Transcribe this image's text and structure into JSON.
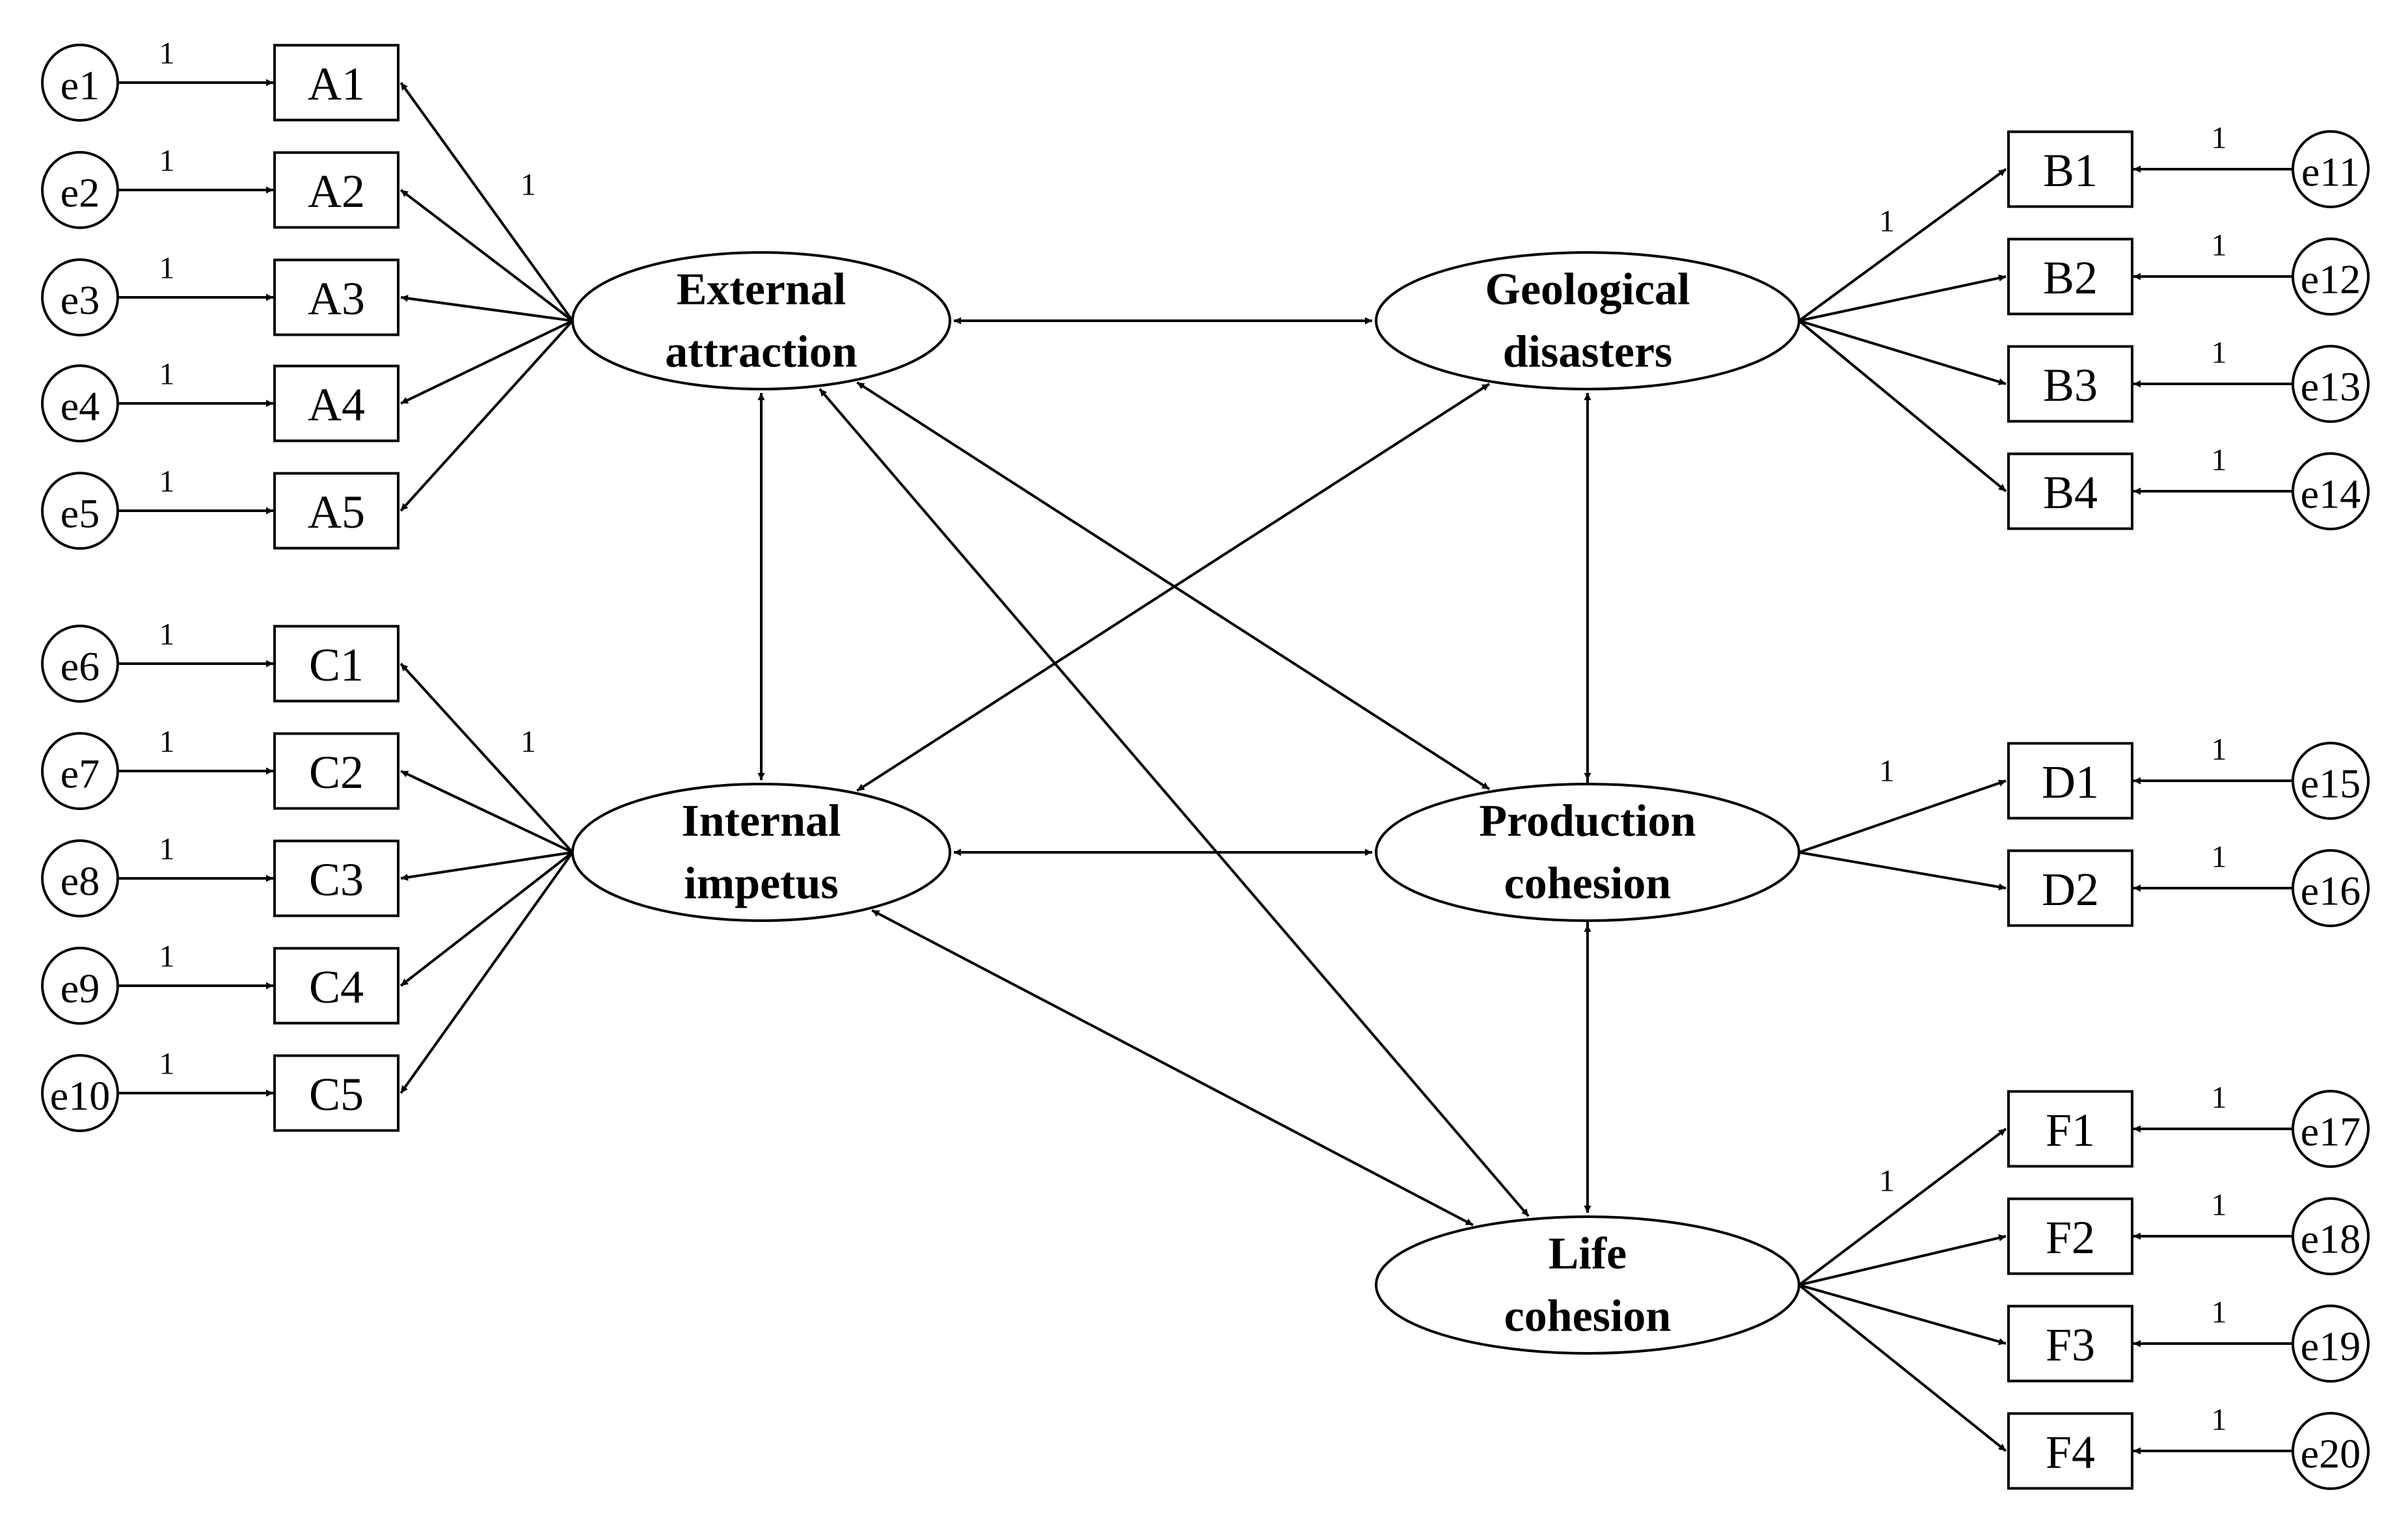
{
  "latents": {
    "ea": {
      "line1": "External",
      "line2": "attraction"
    },
    "ii": {
      "line1": "Internal",
      "line2": "impetus"
    },
    "gd": {
      "line1": "Geological",
      "line2": "disasters"
    },
    "pc": {
      "line1": "Production",
      "line2": "cohesion"
    },
    "lc": {
      "line1": "Life",
      "line2": "cohesion"
    }
  },
  "left_groups": [
    {
      "latent": "ea",
      "loading_label": "1",
      "items": [
        {
          "name": "A1",
          "error": "e1",
          "weight": "1"
        },
        {
          "name": "A2",
          "error": "e2",
          "weight": "1"
        },
        {
          "name": "A3",
          "error": "e3",
          "weight": "1"
        },
        {
          "name": "A4",
          "error": "e4",
          "weight": "1"
        },
        {
          "name": "A5",
          "error": "e5",
          "weight": "1"
        }
      ]
    },
    {
      "latent": "ii",
      "loading_label": "1",
      "items": [
        {
          "name": "C1",
          "error": "e6",
          "weight": "1"
        },
        {
          "name": "C2",
          "error": "e7",
          "weight": "1"
        },
        {
          "name": "C3",
          "error": "e8",
          "weight": "1"
        },
        {
          "name": "C4",
          "error": "e9",
          "weight": "1"
        },
        {
          "name": "C5",
          "error": "e10",
          "weight": "1"
        }
      ]
    }
  ],
  "right_groups": [
    {
      "latent": "gd",
      "loading_label": "1",
      "items": [
        {
          "name": "B1",
          "error": "e11",
          "weight": "1"
        },
        {
          "name": "B2",
          "error": "e12",
          "weight": "1"
        },
        {
          "name": "B3",
          "error": "e13",
          "weight": "1"
        },
        {
          "name": "B4",
          "error": "e14",
          "weight": "1"
        }
      ]
    },
    {
      "latent": "pc",
      "loading_label": "1",
      "items": [
        {
          "name": "D1",
          "error": "e15",
          "weight": "1"
        },
        {
          "name": "D2",
          "error": "e16",
          "weight": "1"
        }
      ]
    },
    {
      "latent": "lc",
      "loading_label": "1",
      "items": [
        {
          "name": "F1",
          "error": "e17",
          "weight": "1"
        },
        {
          "name": "F2",
          "error": "e18",
          "weight": "1"
        },
        {
          "name": "F3",
          "error": "e19",
          "weight": "1"
        },
        {
          "name": "F4",
          "error": "e20",
          "weight": "1"
        }
      ]
    }
  ],
  "covariances": [
    [
      "ea",
      "gd"
    ],
    [
      "ea",
      "ii"
    ],
    [
      "ea",
      "pc"
    ],
    [
      "ea",
      "lc"
    ],
    [
      "ii",
      "gd"
    ],
    [
      "ii",
      "pc"
    ],
    [
      "ii",
      "lc"
    ],
    [
      "gd",
      "pc"
    ],
    [
      "gd",
      "lc"
    ],
    [
      "pc",
      "lc"
    ]
  ]
}
